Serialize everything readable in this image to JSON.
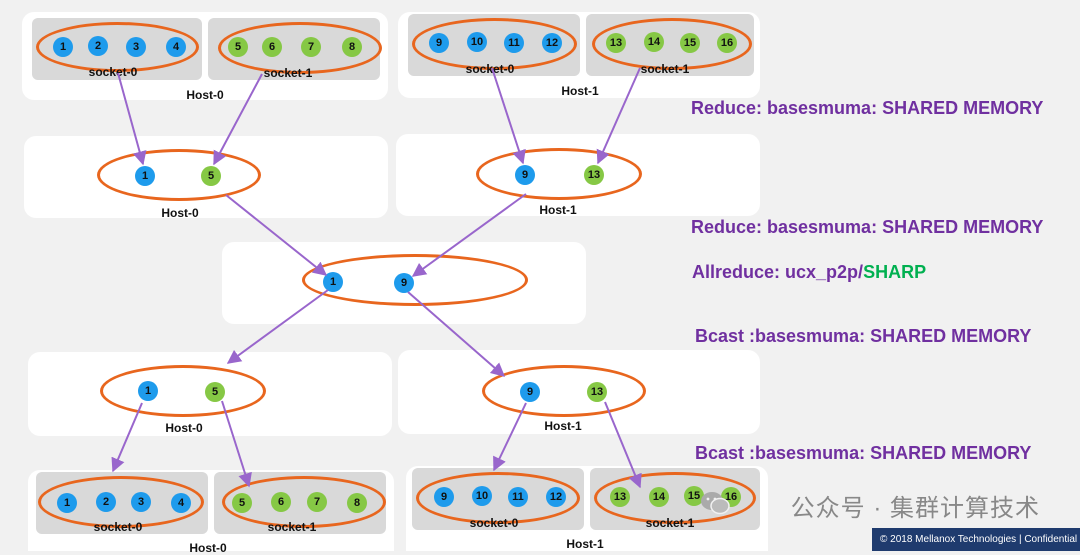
{
  "tier1": {
    "host_a": {
      "label": "Host-0",
      "socket0": {
        "label": "socket-0",
        "nodes": [
          "1",
          "2",
          "3",
          "4"
        ]
      },
      "socket1": {
        "label": "socket-1",
        "nodes": [
          "5",
          "6",
          "7",
          "8"
        ]
      }
    },
    "host_b": {
      "label": "Host-1",
      "socket0": {
        "label": "socket-0",
        "nodes": [
          "9",
          "10",
          "11",
          "12"
        ]
      },
      "socket1": {
        "label": "socket-1",
        "nodes": [
          "13",
          "14",
          "15",
          "16"
        ]
      }
    }
  },
  "tier2": {
    "host_a": {
      "label": "Host-0",
      "nodes": [
        "1",
        "5"
      ]
    },
    "host_b": {
      "label": "Host-1",
      "nodes": [
        "9",
        "13"
      ]
    }
  },
  "tier3": {
    "nodes": [
      "1",
      "9"
    ]
  },
  "tier4": {
    "host_a": {
      "label": "Host-0",
      "nodes": [
        "1",
        "5"
      ]
    },
    "host_b": {
      "label": "Host-1",
      "nodes": [
        "9",
        "13"
      ]
    }
  },
  "tier5": {
    "host_a": {
      "label": "Host-0",
      "socket0": {
        "label": "socket-0",
        "nodes": [
          "1",
          "2",
          "3",
          "4"
        ]
      },
      "socket1": {
        "label": "socket-1",
        "nodes": [
          "5",
          "6",
          "7",
          "8"
        ]
      }
    },
    "host_b": {
      "label": "Host-1",
      "socket0": {
        "label": "socket-0",
        "nodes": [
          "9",
          "10",
          "11",
          "12"
        ]
      },
      "socket1": {
        "label": "socket-1",
        "nodes": [
          "13",
          "14",
          "15",
          "16"
        ]
      }
    }
  },
  "annotations": {
    "reduce1": "Reduce:   basesmuma: SHARED MEMORY",
    "reduce2": "Reduce:   basesmuma: SHARED MEMORY",
    "allreduce_prefix": "Allreduce:  ucx_p2p/",
    "allreduce_sharp": "SHARP",
    "bcast1": "Bcast   :basesmuma: SHARED MEMORY",
    "bcast2": "Bcast   :basesmuma: SHARED MEMORY"
  },
  "watermark": "公众号 · 集群计算技术",
  "footer": "© 2018 Mellanox Technologies | Confidential",
  "colors": {
    "rank_blue": "#1e9bec",
    "rank_green": "#86c845",
    "ring": "#e8661e",
    "arrow": "#9966cc",
    "annotation": "#7030a0",
    "sharp": "#00b050"
  }
}
